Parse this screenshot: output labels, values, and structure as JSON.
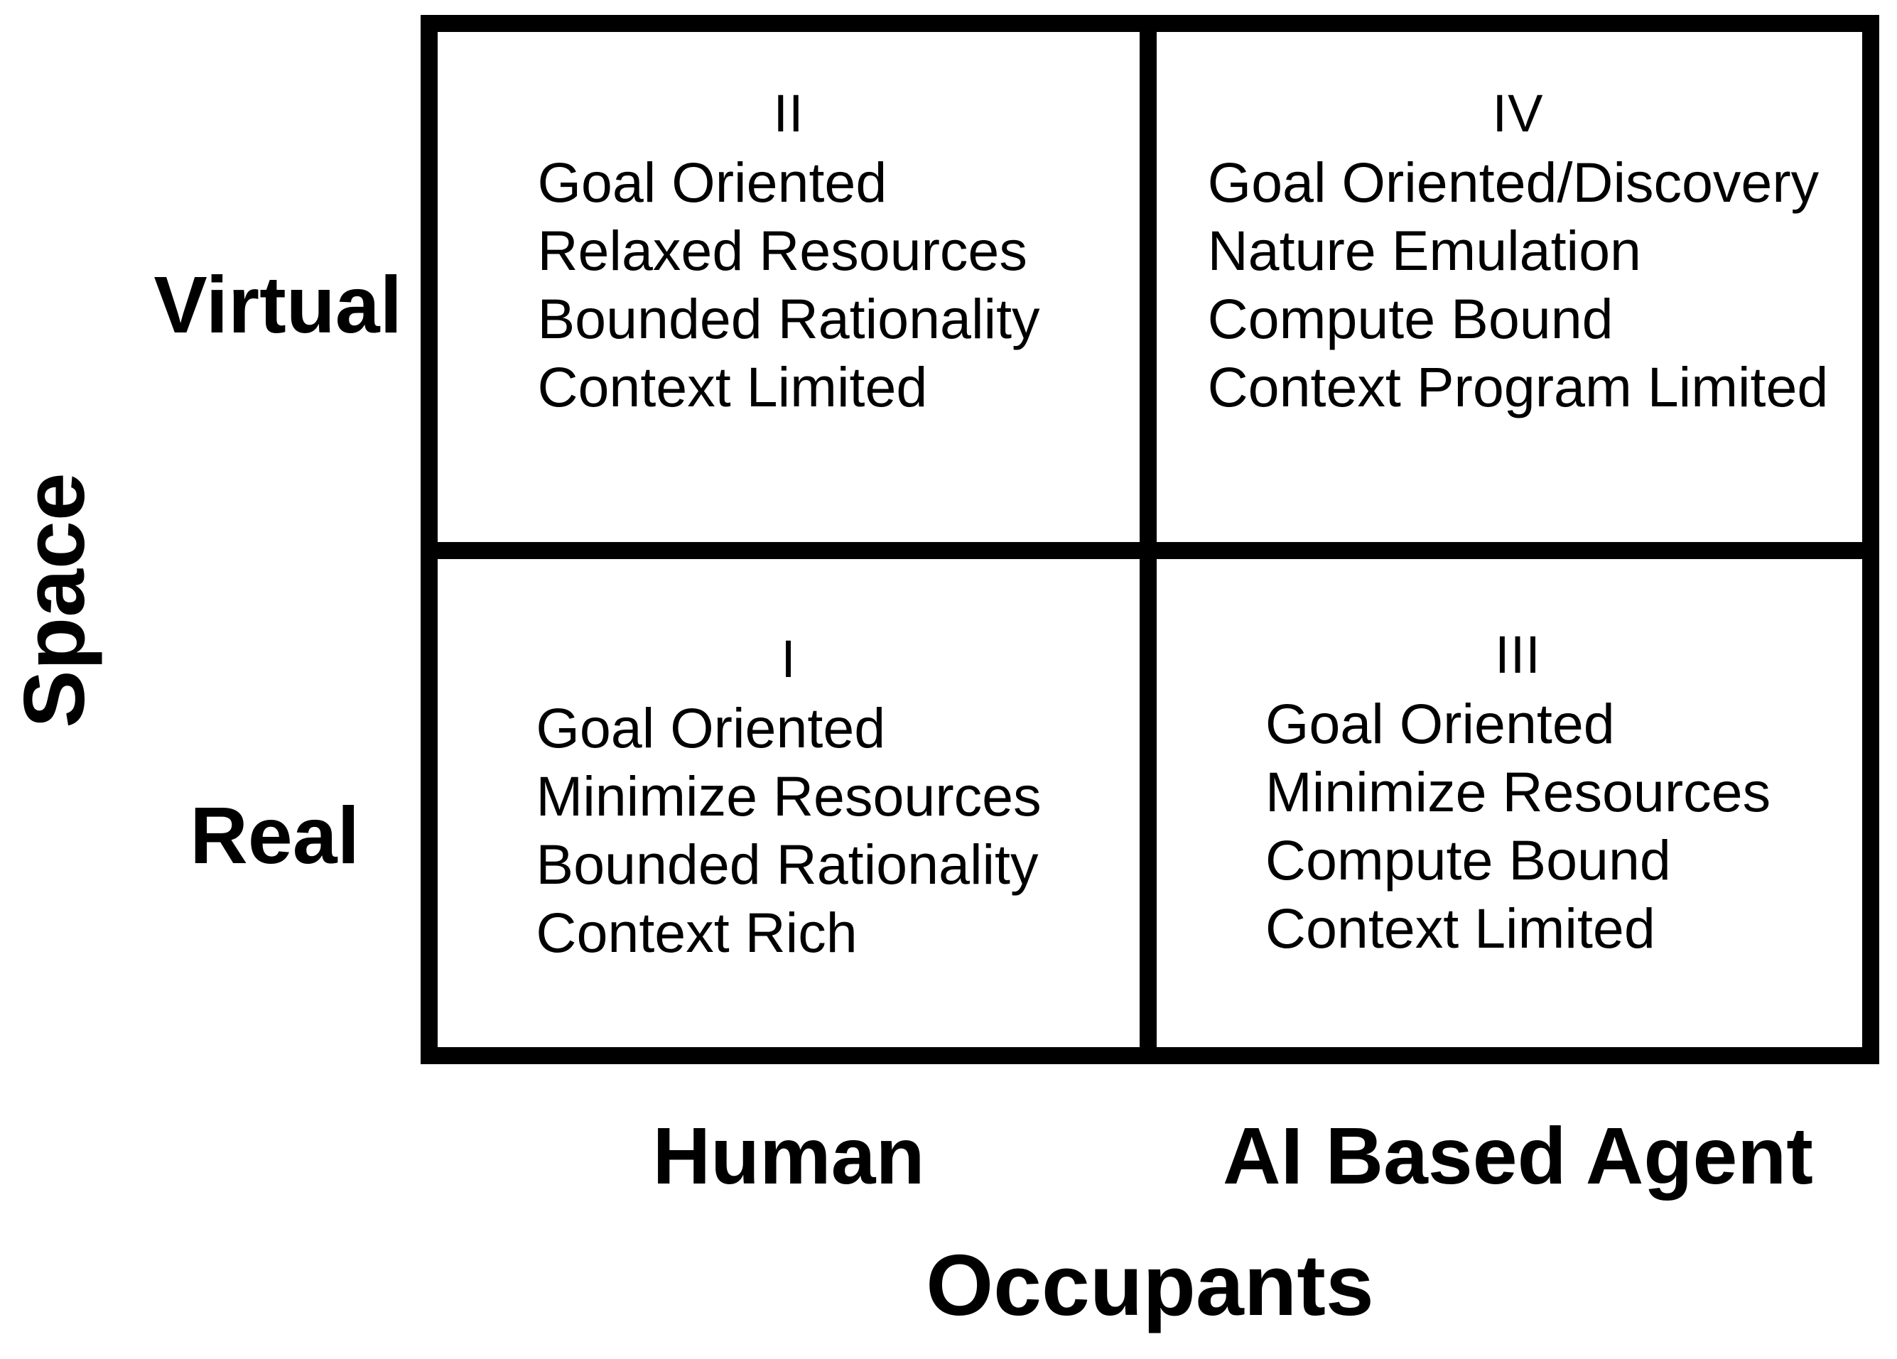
{
  "diagram": {
    "type": "2x2-matrix",
    "axes": {
      "y": {
        "title": "Space",
        "ticks": [
          {
            "label": "Virtual",
            "position": "top"
          },
          {
            "label": "Real",
            "position": "bottom"
          }
        ]
      },
      "x": {
        "title": "Occupants",
        "ticks": [
          {
            "label": "Human",
            "position": "left"
          },
          {
            "label": "AI Based Agent",
            "position": "right"
          }
        ]
      }
    },
    "quadrants": [
      {
        "numeral": "II",
        "row": "Virtual",
        "column": "Human",
        "attributes": [
          "Goal Oriented",
          "Relaxed Resources",
          "Bounded Rationality",
          "Context Limited"
        ]
      },
      {
        "numeral": "IV",
        "row": "Virtual",
        "column": "AI Based Agent",
        "attributes": [
          "Goal Oriented/Discovery",
          "Nature Emulation",
          "Compute Bound",
          "Context Program Limited"
        ]
      },
      {
        "numeral": "I",
        "row": "Real",
        "column": "Human",
        "attributes": [
          "Goal Oriented",
          "Minimize Resources",
          "Bounded Rationality",
          "Context Rich"
        ]
      },
      {
        "numeral": "III",
        "row": "Real",
        "column": "AI Based Agent",
        "attributes": [
          "Goal Oriented",
          "Minimize Resources",
          "Compute Bound",
          "Context Limited"
        ]
      }
    ],
    "colors": {
      "background": "#ffffff",
      "foreground": "#000000",
      "border": "#000000"
    }
  }
}
